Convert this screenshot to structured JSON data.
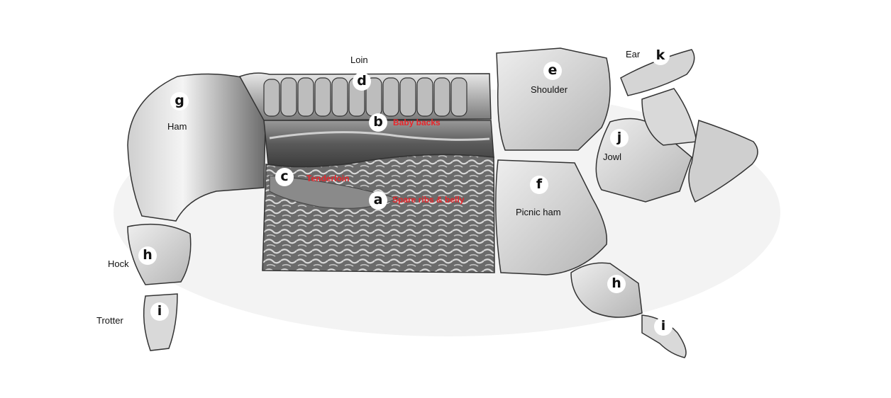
{
  "colors": {
    "red_label": "#e8262b",
    "text": "#111111",
    "background": "#ffffff"
  },
  "cuts": [
    {
      "letter": "a",
      "name": "Spare ribs & belly",
      "highlight": "#e8262b"
    },
    {
      "letter": "b",
      "name": "Baby backs",
      "highlight": "#e8262b"
    },
    {
      "letter": "c",
      "name": "Tenderloin",
      "highlight": "#e8262b"
    },
    {
      "letter": "d",
      "name": "Loin"
    },
    {
      "letter": "e",
      "name": "Shoulder"
    },
    {
      "letter": "f",
      "name": "Picnic ham"
    },
    {
      "letter": "g",
      "name": "Ham"
    },
    {
      "letter": "h",
      "name": "Hock"
    },
    {
      "letter": "i",
      "name": "Trotter"
    },
    {
      "letter": "j",
      "name": "Jowl"
    },
    {
      "letter": "k",
      "name": "Ear"
    }
  ],
  "front_leg": {
    "hock_letter": "h",
    "trotter_letter": "i"
  }
}
